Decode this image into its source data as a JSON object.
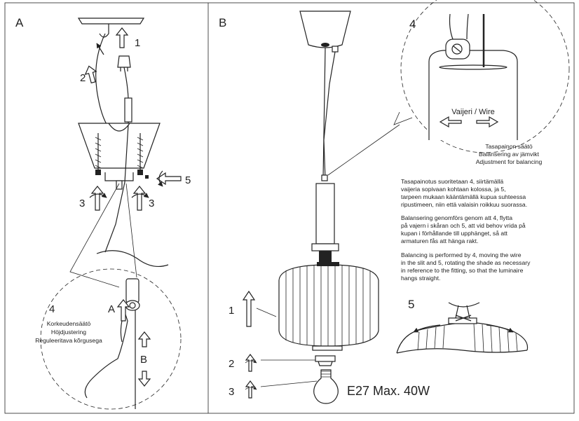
{
  "panel_a": {
    "letter": "A",
    "step_numbers": [
      "1",
      "2",
      "3",
      "3",
      "5",
      "4"
    ],
    "height_adjust_labels": [
      "Korkeudensäätö",
      "Höjdjustering",
      "Reguleeritava kõrgusega"
    ],
    "arrow_labels": [
      "A",
      "B"
    ]
  },
  "panel_b": {
    "letter": "B",
    "detail_number_top": "4",
    "wire_label": "Vaijeri / Wire",
    "balancing_labels": [
      "Tasapainon säätö",
      "Balansering av jämvikt",
      "Adjustment for balancing"
    ],
    "instructions_fi": [
      "Tasapainotus suoritetaan 4, siirtämällä",
      "vaijeria sopivaan kohtaan kolossa, ja 5,",
      "tarpeen mukaan kääntämällä kupua suhteessa",
      "ripustimeen, niin että valaisin roikkuu suorassa."
    ],
    "instructions_sv": [
      "Balansering genomförs genom att 4, flytta",
      "på vajern i skåran och 5, att vid behov vrida på",
      "kupan i förhållande till upphänget, så att",
      "armaturen fås att hänga rakt."
    ],
    "instructions_en": [
      "Balancing is performed by 4, moving  the wire",
      "in the slit and 5, rotating the shade as necessary",
      "in reference to the fitting, so that  the luminaire",
      "hangs straight."
    ],
    "detail_number_shade": "5",
    "step_numbers": [
      "1",
      "2",
      "3"
    ],
    "bulb_label": "E27 Max. 40W"
  }
}
